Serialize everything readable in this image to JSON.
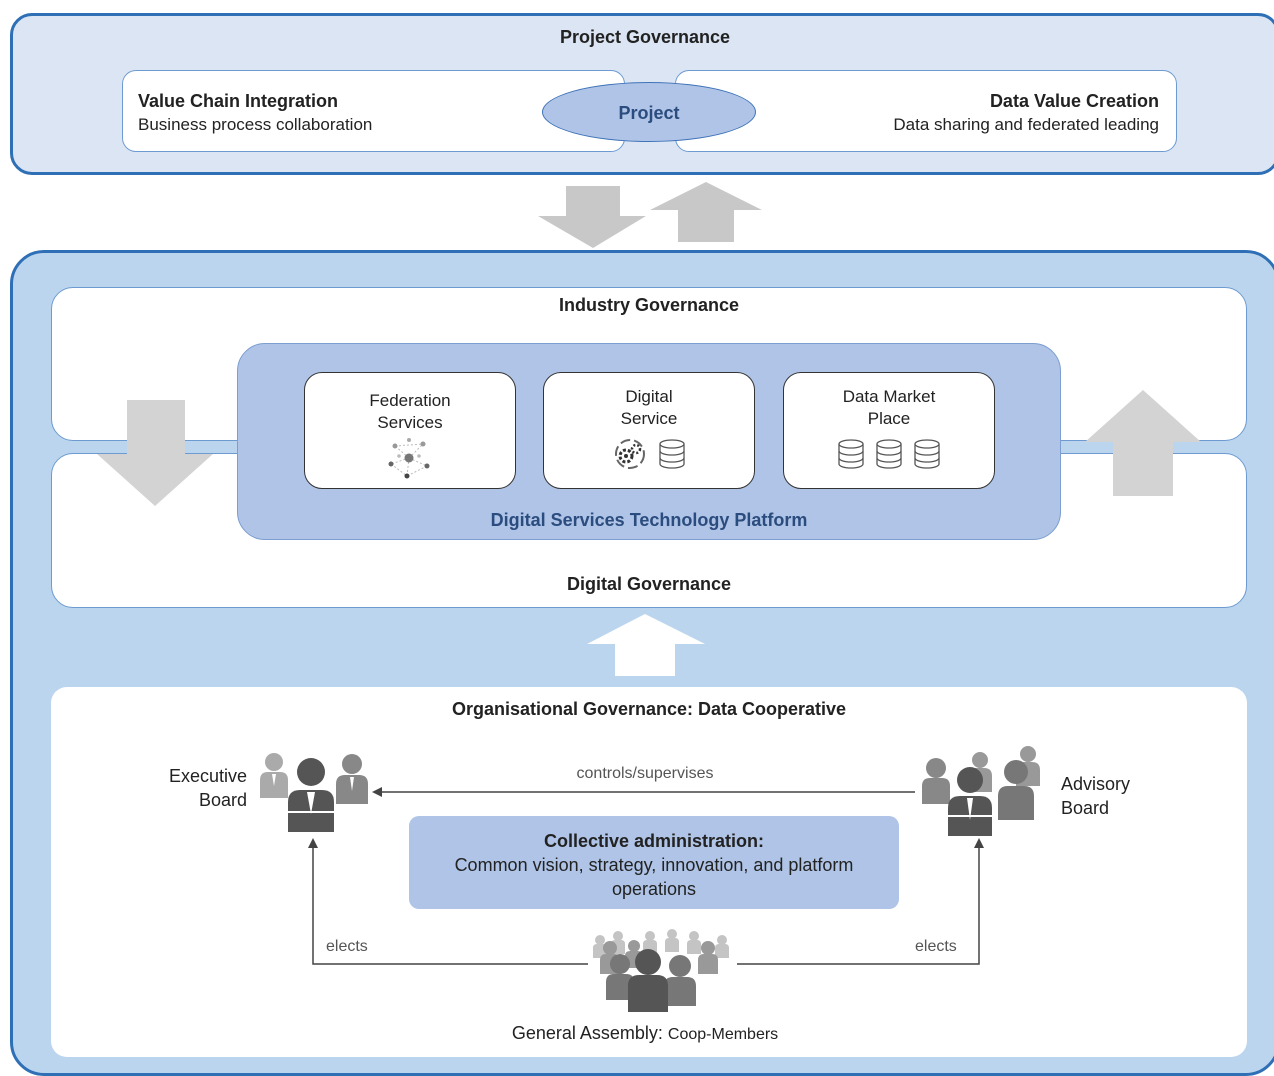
{
  "project_governance": {
    "title": "Project Governance",
    "left_title": "Value Chain Integration",
    "left_subtitle": "Business process collaboration",
    "center": "Project",
    "right_title": "Data Value Creation",
    "right_subtitle": "Data sharing and federated leading"
  },
  "industry_governance": {
    "title": "Industry Governance"
  },
  "platform": {
    "title": "Digital Services Technology Platform",
    "services": [
      {
        "label_line1": "Federation",
        "label_line2": "Services",
        "icon": "network-icon"
      },
      {
        "label_line1": "Digital",
        "label_line2": "Service",
        "icon": "gear-database-icon"
      },
      {
        "label_line1": "Data Market",
        "label_line2": "Place",
        "icon": "databases-icon"
      }
    ]
  },
  "digital_governance": {
    "title": "Digital Governance"
  },
  "organisational": {
    "title": "Organisational Governance: Data Cooperative",
    "executive_line1": "Executive",
    "executive_line2": "Board",
    "advisory_line1": "Advisory",
    "advisory_line2": "Board",
    "controls_label": "controls/supervises",
    "collective_title": "Collective administration:",
    "collective_line1": "Common vision, strategy, innovation, and platform",
    "collective_line2": "operations",
    "elects_left": "elects",
    "elects_right": "elects",
    "assembly_label_main": "General Assembly: ",
    "assembly_label_sub": "Coop-Members"
  },
  "colors": {
    "accent_border": "#2e6fb5",
    "panel_light": "#dbe5f3",
    "panel_blue": "#bcd5ee",
    "platform_fill": "#afc4e6",
    "arrow_gray": "#c8c8c8",
    "person_dark": "#555555",
    "person_light": "#8a8a8a"
  }
}
